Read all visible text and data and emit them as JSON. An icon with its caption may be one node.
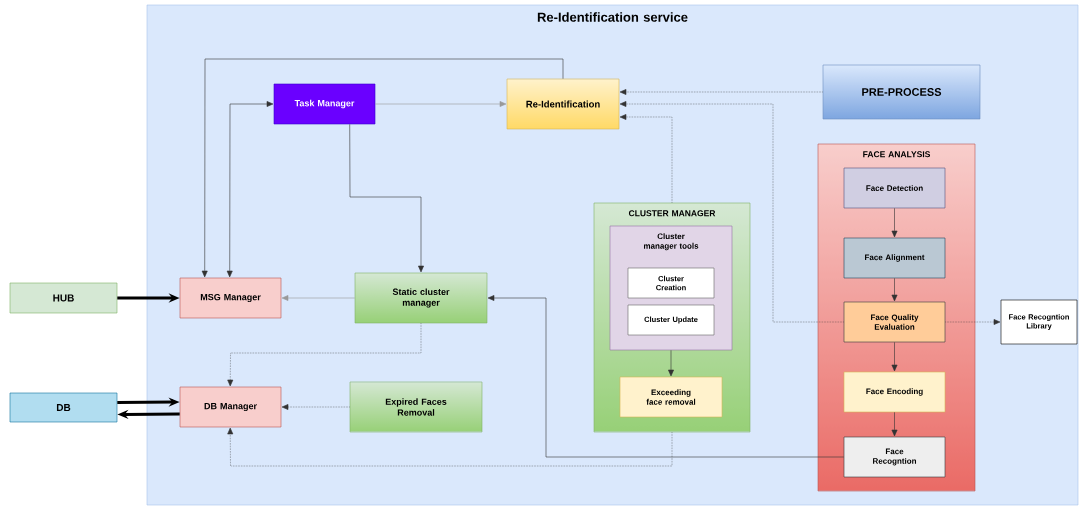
{
  "diagram": {
    "nodes": [
      {
        "text": [
          "Re-Identification service"
        ]
      },
      {
        "text": [
          "HUB"
        ]
      },
      {
        "text": [
          "DB"
        ]
      },
      {
        "text": [
          "Task Manager"
        ],
        "in": 0
      },
      {
        "text": [
          "Re-Identification"
        ],
        "in": 0
      },
      {
        "text": [
          "PRE-PROCESS"
        ],
        "in": 0
      },
      {
        "text": [
          "MSG Manager"
        ],
        "in": 0
      },
      {
        "text": [
          "Static cluster manager"
        ],
        "in": 0
      },
      {
        "text": [
          "DB Manager"
        ],
        "in": 0
      },
      {
        "text": [
          "Expired Faces Removal"
        ],
        "in": 0
      },
      {
        "text": [
          "CLUSTER MANAGER"
        ],
        "in": 0
      },
      {
        "text": [
          "Cluster manager tools"
        ],
        "in": 10
      },
      {
        "text": [
          "Cluster Creation"
        ],
        "in": 11
      },
      {
        "text": [
          "Cluster Update"
        ],
        "in": 11
      },
      {
        "text": [
          "Exceeding face removal"
        ],
        "in": 10
      },
      {
        "text": [
          "FACE ANALYSIS"
        ],
        "in": 0
      },
      {
        "text": [
          "Face Detection"
        ],
        "in": 15
      },
      {
        "text": [
          "Face Alignment"
        ],
        "in": 15
      },
      {
        "text": [
          "Face Quality Evaluation"
        ],
        "in": 15
      },
      {
        "text": [
          "Face Encoding"
        ],
        "in": 15
      },
      {
        "text": [
          "Face Recogntion"
        ],
        "in": 15
      },
      {
        "text": [
          "Face Recogntion Library"
        ],
        "in": 0
      }
    ],
    "edges": [
      {
        "from": 1,
        "to": 6,
        "arrow": "to",
        "style": "thick"
      },
      {
        "from": 2,
        "to": 8,
        "arrow": "to",
        "style": "thick"
      },
      {
        "from": 8,
        "to": 2,
        "arrow": "to",
        "style": "thick"
      },
      {
        "from": 4,
        "to": 6,
        "arrow": "to"
      },
      {
        "from": 6,
        "to": 3,
        "arrow": "both"
      },
      {
        "from": 3,
        "to": 4,
        "arrow": "to",
        "color": "#999999"
      },
      {
        "from": 3,
        "to": 7,
        "arrow": "to"
      },
      {
        "from": 7,
        "to": 6,
        "arrow": "to",
        "color": "#999999"
      },
      {
        "from": 20,
        "to": 7,
        "arrow": "to"
      },
      {
        "from": 5,
        "to": 4,
        "arrow": "to",
        "style": "dashed"
      },
      {
        "from": 18,
        "to": 4,
        "arrow": "to",
        "style": "dashed"
      },
      {
        "from": 10,
        "to": 4,
        "arrow": "to",
        "style": "dashed"
      },
      {
        "from": 18,
        "to": 21,
        "arrow": "to",
        "style": "dashed"
      },
      {
        "from": 7,
        "to": 8,
        "arrow": "to",
        "style": "dashed"
      },
      {
        "from": 9,
        "to": 8,
        "arrow": "to",
        "style": "dashed"
      },
      {
        "from": 10,
        "to": 8,
        "arrow": "to",
        "style": "dashed"
      },
      {
        "from": 11,
        "to": 14,
        "arrow": "to"
      },
      {
        "from": 16,
        "to": 17,
        "arrow": "to"
      },
      {
        "from": 17,
        "to": 18,
        "arrow": "to"
      },
      {
        "from": 18,
        "to": 19,
        "arrow": "to"
      },
      {
        "from": 19,
        "to": 20,
        "arrow": "to"
      }
    ]
  }
}
